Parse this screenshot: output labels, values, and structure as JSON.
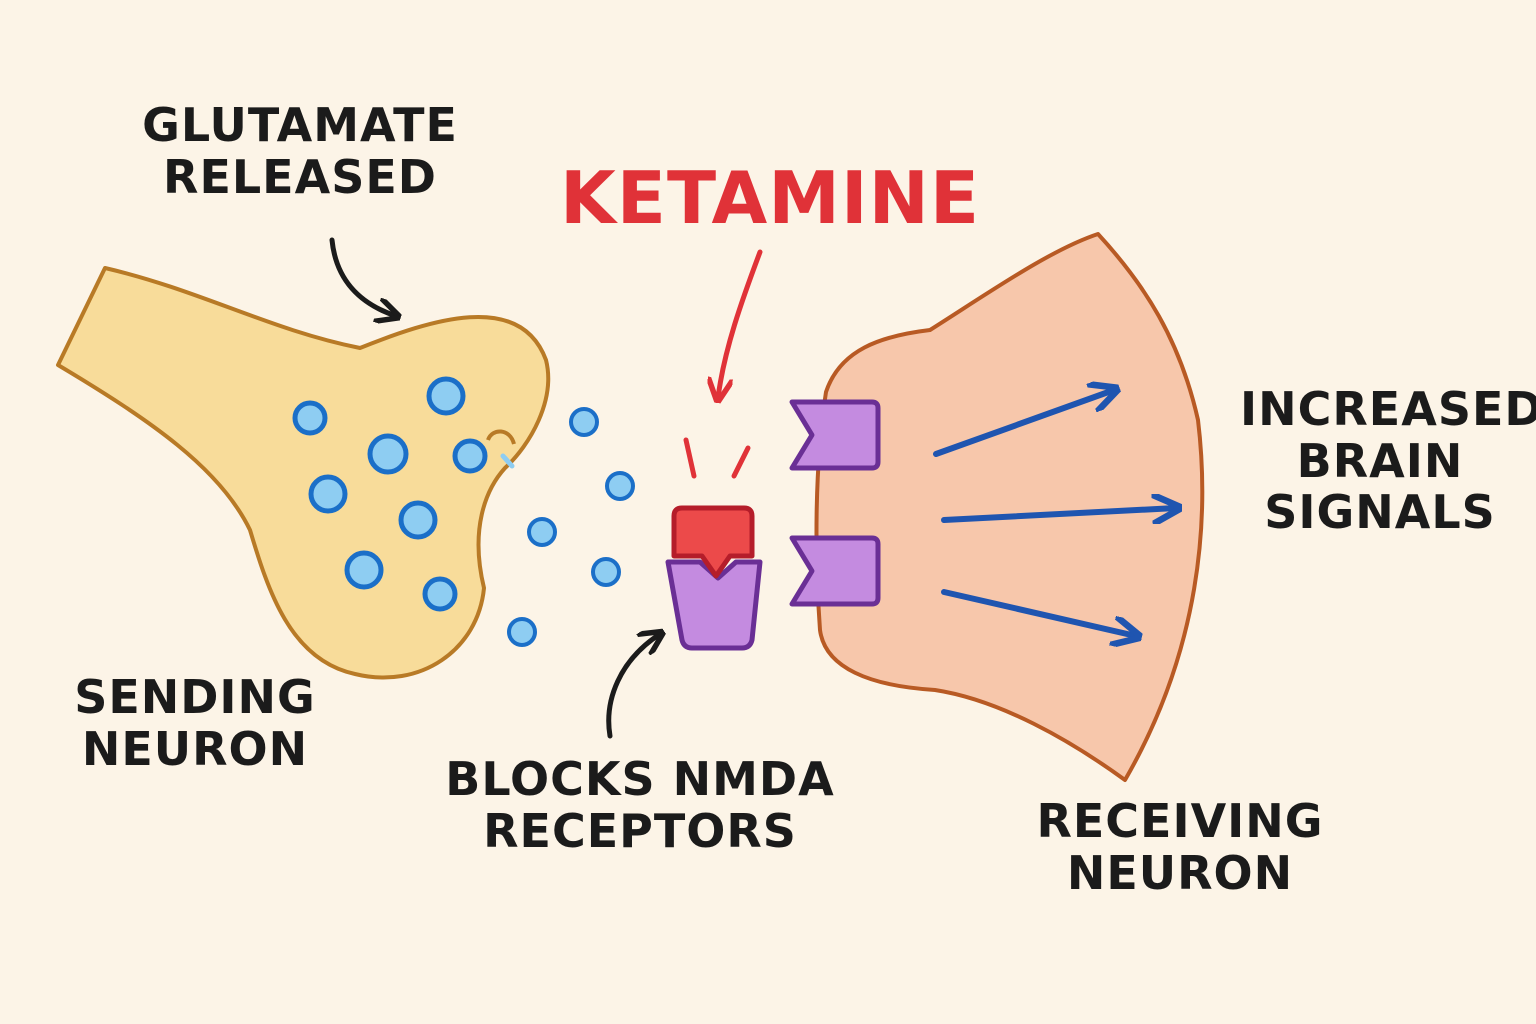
{
  "labels": {
    "glutamate": {
      "line1": "GLUTAMATE",
      "line2": "RELEASED"
    },
    "ketamine": "KETAMINE",
    "sending": {
      "line1": "SENDING",
      "line2": "NEURON"
    },
    "blocks": {
      "line1": "BLOCKS NMDA",
      "line2": "RECEPTORS"
    },
    "increased": {
      "line1": "INCREASED",
      "line2": "BRAIN",
      "line3": "SIGNALS"
    },
    "receiving": {
      "line1": "RECEIVING",
      "line2": "NEURON"
    }
  },
  "colors": {
    "background": "#fcf4e7",
    "sending_neuron_fill": "#f8dc9a",
    "sending_neuron_outline": "#b87a26",
    "receiving_neuron_fill": "#f7c7ab",
    "receiving_neuron_outline": "#b85a24",
    "glutamate_fill": "#8ecdf2",
    "glutamate_outline": "#1b6fc8",
    "receptor_fill": "#c48be0",
    "receptor_outline": "#6a2f95",
    "ketamine_fill": "#ec4a4a",
    "ketamine_outline": "#b51d2a",
    "signal_arrow": "#1f55b0",
    "ketamine_text": "#e03238",
    "text": "#1b1b1b"
  },
  "icons": [
    "glutamate-molecule-icon",
    "nmda-receptor-icon",
    "ketamine-blocker-icon",
    "signal-arrow-icon"
  ]
}
